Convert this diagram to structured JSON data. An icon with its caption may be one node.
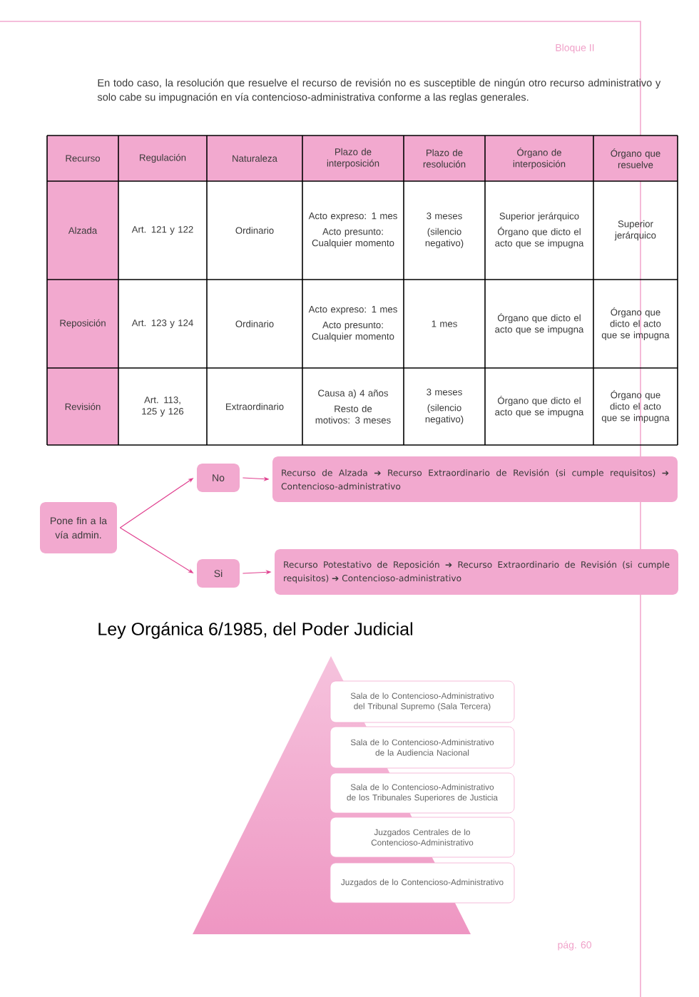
{
  "diagram": {
    "nodes": [
      {
        "text": [
          "Pone fin a la vía admin."
        ]
      },
      {
        "text": [
          "No"
        ]
      },
      {
        "text": [
          "Recurso de Alzada ➔ Recurso Extraordinario de Revisión (si cumple requisitos) ➔ Contencioso-administrativo"
        ]
      },
      {
        "text": [
          "Si"
        ]
      },
      {
        "text": [
          "Recurso Potestativo de Reposición ➔ Recurso Extraordinario de Revisión (si cumple requisitos) ➔ Contencioso-administrativo"
        ]
      },
      {
        "text": [
          "Sala de lo Contencioso-Administrativo del Tribunal Supremo (Sala Tercera)"
        ]
      },
      {
        "text": [
          "Sala de lo Contencioso-Administrativo de la Audiencia Nacional"
        ]
      },
      {
        "text": [
          "Sala de lo Contencioso-Administrativo de los Tribunales Superiores de Justicia"
        ]
      },
      {
        "text": [
          "Juzgados Centrales de lo Contencioso-Administrativo"
        ]
      },
      {
        "text": [
          "Juzgados de lo Contencioso-Administrativo"
        ]
      }
    ],
    "edges": [
      {
        "from": 0,
        "to": 1,
        "arrow": "to"
      },
      {
        "from": 0,
        "to": 3,
        "arrow": "to"
      },
      {
        "from": 1,
        "to": 2,
        "arrow": "to"
      },
      {
        "from": 3,
        "to": 4,
        "arrow": "to"
      }
    ],
    "labels": [
      "Bloque II",
      "En todo caso, la resolución que resuelve el recurso de revisión no es susceptible de ningún otro recurso administrativo y solo cabe su impugnación en vía contencioso-administrativa conforme a las reglas generales.",
      "Recurso",
      "Regulación",
      "Naturaleza",
      "Plazo de interposición",
      "Plazo de resolución",
      "Órgano de interposición",
      "Órgano que resuelve",
      "Alzada",
      "Art. 121 y 122",
      "Ordinario",
      "Acto expreso: 1 mes",
      "Acto presunto: Cualquier momento",
      "3 meses",
      "(silencio negativo)",
      "Superior jerárquico",
      "Órgano que dicto el acto que se impugna",
      "Superior jerárquico",
      "Reposición",
      "Art. 123 y 124",
      "Ordinario",
      "Acto expreso: 1 mes",
      "Acto presunto: Cualquier momento",
      "1 mes",
      "Órgano que dicto el acto que se impugna",
      "Órgano que dicto el acto que se impugna",
      "Revisión",
      "Art. 113, 125 y 126",
      "Extraordinario",
      "Causa a) 4 años",
      "Resto de motivos: 3 meses",
      "3 meses",
      "(silencio negativo)",
      "Órgano que dicto el acto que se impugna",
      "Órgano que dicto el acto que se impugna",
      "Ley Orgánica 6/1985, del Poder Judicial",
      "pág. 60"
    ]
  }
}
